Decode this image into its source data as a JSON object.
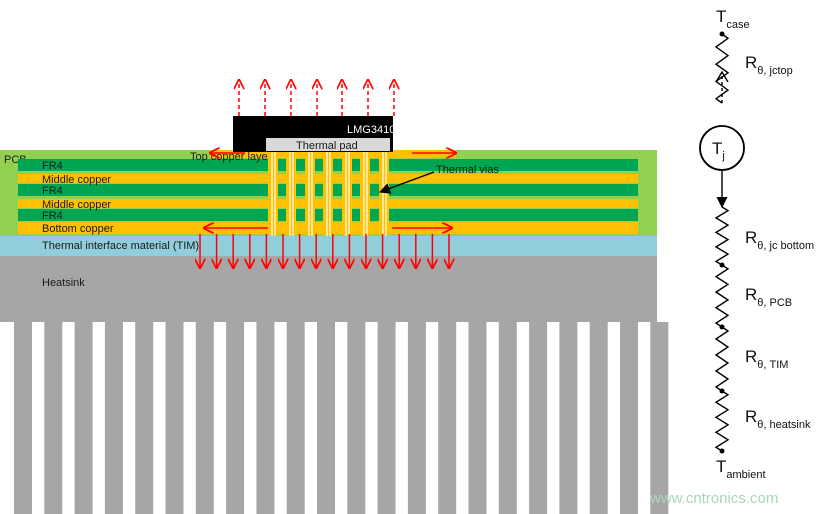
{
  "cross_section": {
    "chip_label": "LMG3410",
    "thermal_pad_label": "Thermal pad",
    "pcb_label": "PCB",
    "top_copper_label": "Top copper laye",
    "layers": [
      "FR4",
      "Middle copper",
      "FR4",
      "Middle copper",
      "FR4",
      "Bottom copper"
    ],
    "thermal_vias_label": "Thermal vias",
    "tim_label": "Thermal interface material (TIM)",
    "heatsink_label": "Heatsink"
  },
  "resistor_network": {
    "top_node": {
      "main": "T",
      "sub": "case"
    },
    "r_jctop": {
      "main": "R",
      "sub": "θ, jctop"
    },
    "junction": {
      "main": "T",
      "sub": "j"
    },
    "r_jcbottom": {
      "main": "R",
      "sub": "θ, jc bottom"
    },
    "r_pcb": {
      "main": "R",
      "sub": "θ, PCB"
    },
    "r_tim": {
      "main": "R",
      "sub": "θ, TIM"
    },
    "r_heatsink": {
      "main": "R",
      "sub": "θ, heatsink"
    },
    "bottom_node": {
      "main": "T",
      "sub": "ambient"
    }
  },
  "watermark": "www.cntronics.com",
  "colors": {
    "pcb_green": "#92d050",
    "fr4_green": "#00a650",
    "copper_yellow": "#ffc000",
    "tim_blue": "#92cddc",
    "heatsink_gray": "#a6a6a6",
    "arrow_red": "#ff0000",
    "chip_black": "#000000",
    "pad_gray": "#d9d9d9"
  }
}
